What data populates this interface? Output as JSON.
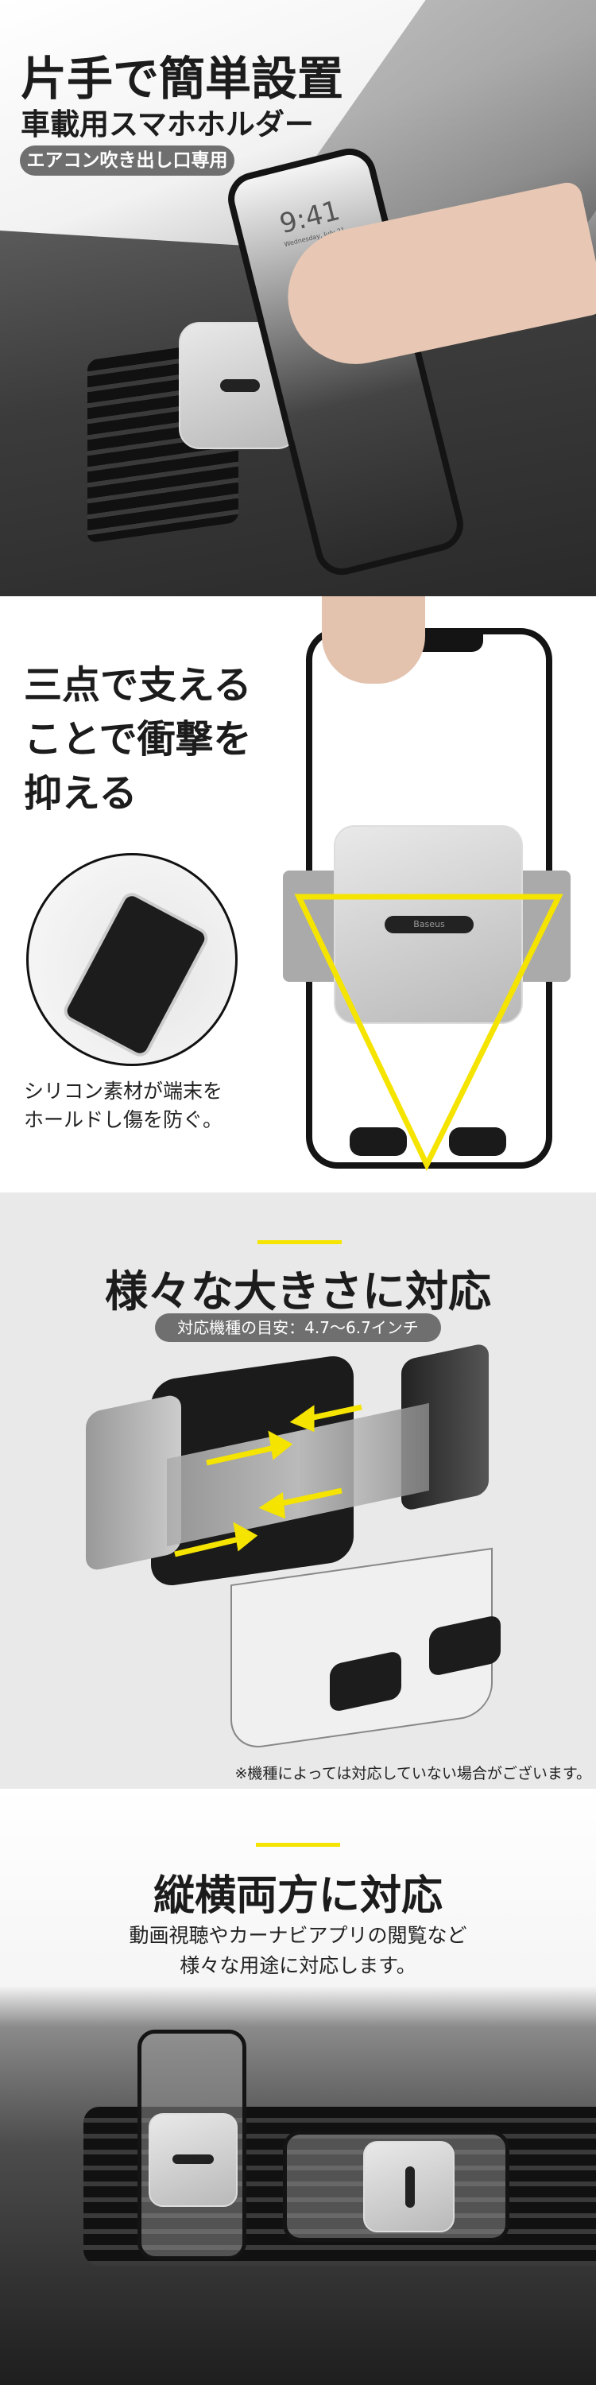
{
  "section1": {
    "title": "片手で簡単設置",
    "subtitle": "車載用スマホホルダー",
    "badge": "エアコン吹き出し口専用",
    "phone_time": "9:41",
    "phone_date": "Wednesday, July 21"
  },
  "section2": {
    "title_lines": [
      "三点で支える",
      "ことで衝撃を",
      "抑える"
    ],
    "caption_lines": [
      "シリコン素材が端末を",
      "ホールドし傷を防ぐ。"
    ],
    "brand": "Baseus",
    "accent_color": "#f5e400"
  },
  "section3": {
    "title": "様々な大きさに対応",
    "badge": "対応機種の目安：4.7〜6.7インチ",
    "note": "※機種によっては対応していない場合がございます。"
  },
  "section4": {
    "title": "縦横両方に対応",
    "desc_lines": [
      "動画視聴やカーナビアプリの閲覧など",
      "様々な用途に対応します。"
    ]
  }
}
